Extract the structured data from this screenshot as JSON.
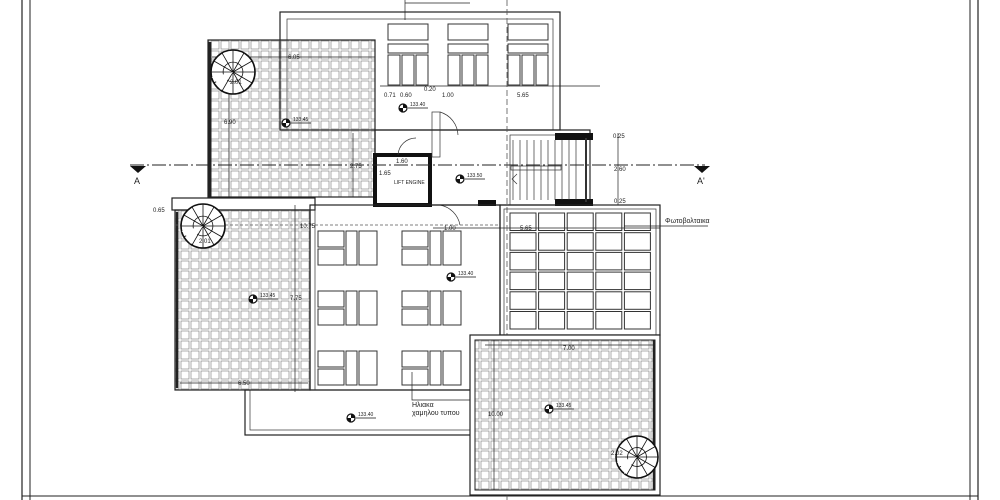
{
  "section_markers": {
    "left": "A",
    "right": "A'"
  },
  "labels": {
    "lift_engine": "LIFT ENGINE",
    "photovoltaics": "Φωτοβολταικα",
    "solar_heaters_line1": "Ηλιακα",
    "solar_heaters_line2": "χαμηλου τυπου"
  },
  "dimensions": {
    "top_terrace_width": "6.05",
    "top_terrace_height": "6.90",
    "top_terrace_side": "2.75",
    "core_d1": "0.71",
    "core_d2": "0.60",
    "core_d3": "0.20",
    "core_d4": "1.00",
    "core_d5": "5.65",
    "lift_w": "1.60",
    "lift_h": "1.65",
    "stair_top": "0.25",
    "stair_h": "2.60",
    "stair_bottom": "0.25",
    "left_offset": "0.65",
    "mid_width": "10.75",
    "mid_terrace_h": "7.75",
    "mid_terrace_w": "6.50",
    "lower_d1": "1.00",
    "lower_d2": "5.65",
    "br_terrace_w": "7.00",
    "br_terrace_h": "10.00"
  },
  "levels": {
    "top_terrace": "133.45",
    "core_top": "133.40",
    "core": "133.50",
    "mid_terrace": "133.45",
    "mid_roof": "133.40",
    "bottom": "133.40",
    "br_terrace": "133.45"
  },
  "stair_labels": {
    "top": "2.01",
    "mid": "2.01",
    "bottom": "2.02"
  }
}
